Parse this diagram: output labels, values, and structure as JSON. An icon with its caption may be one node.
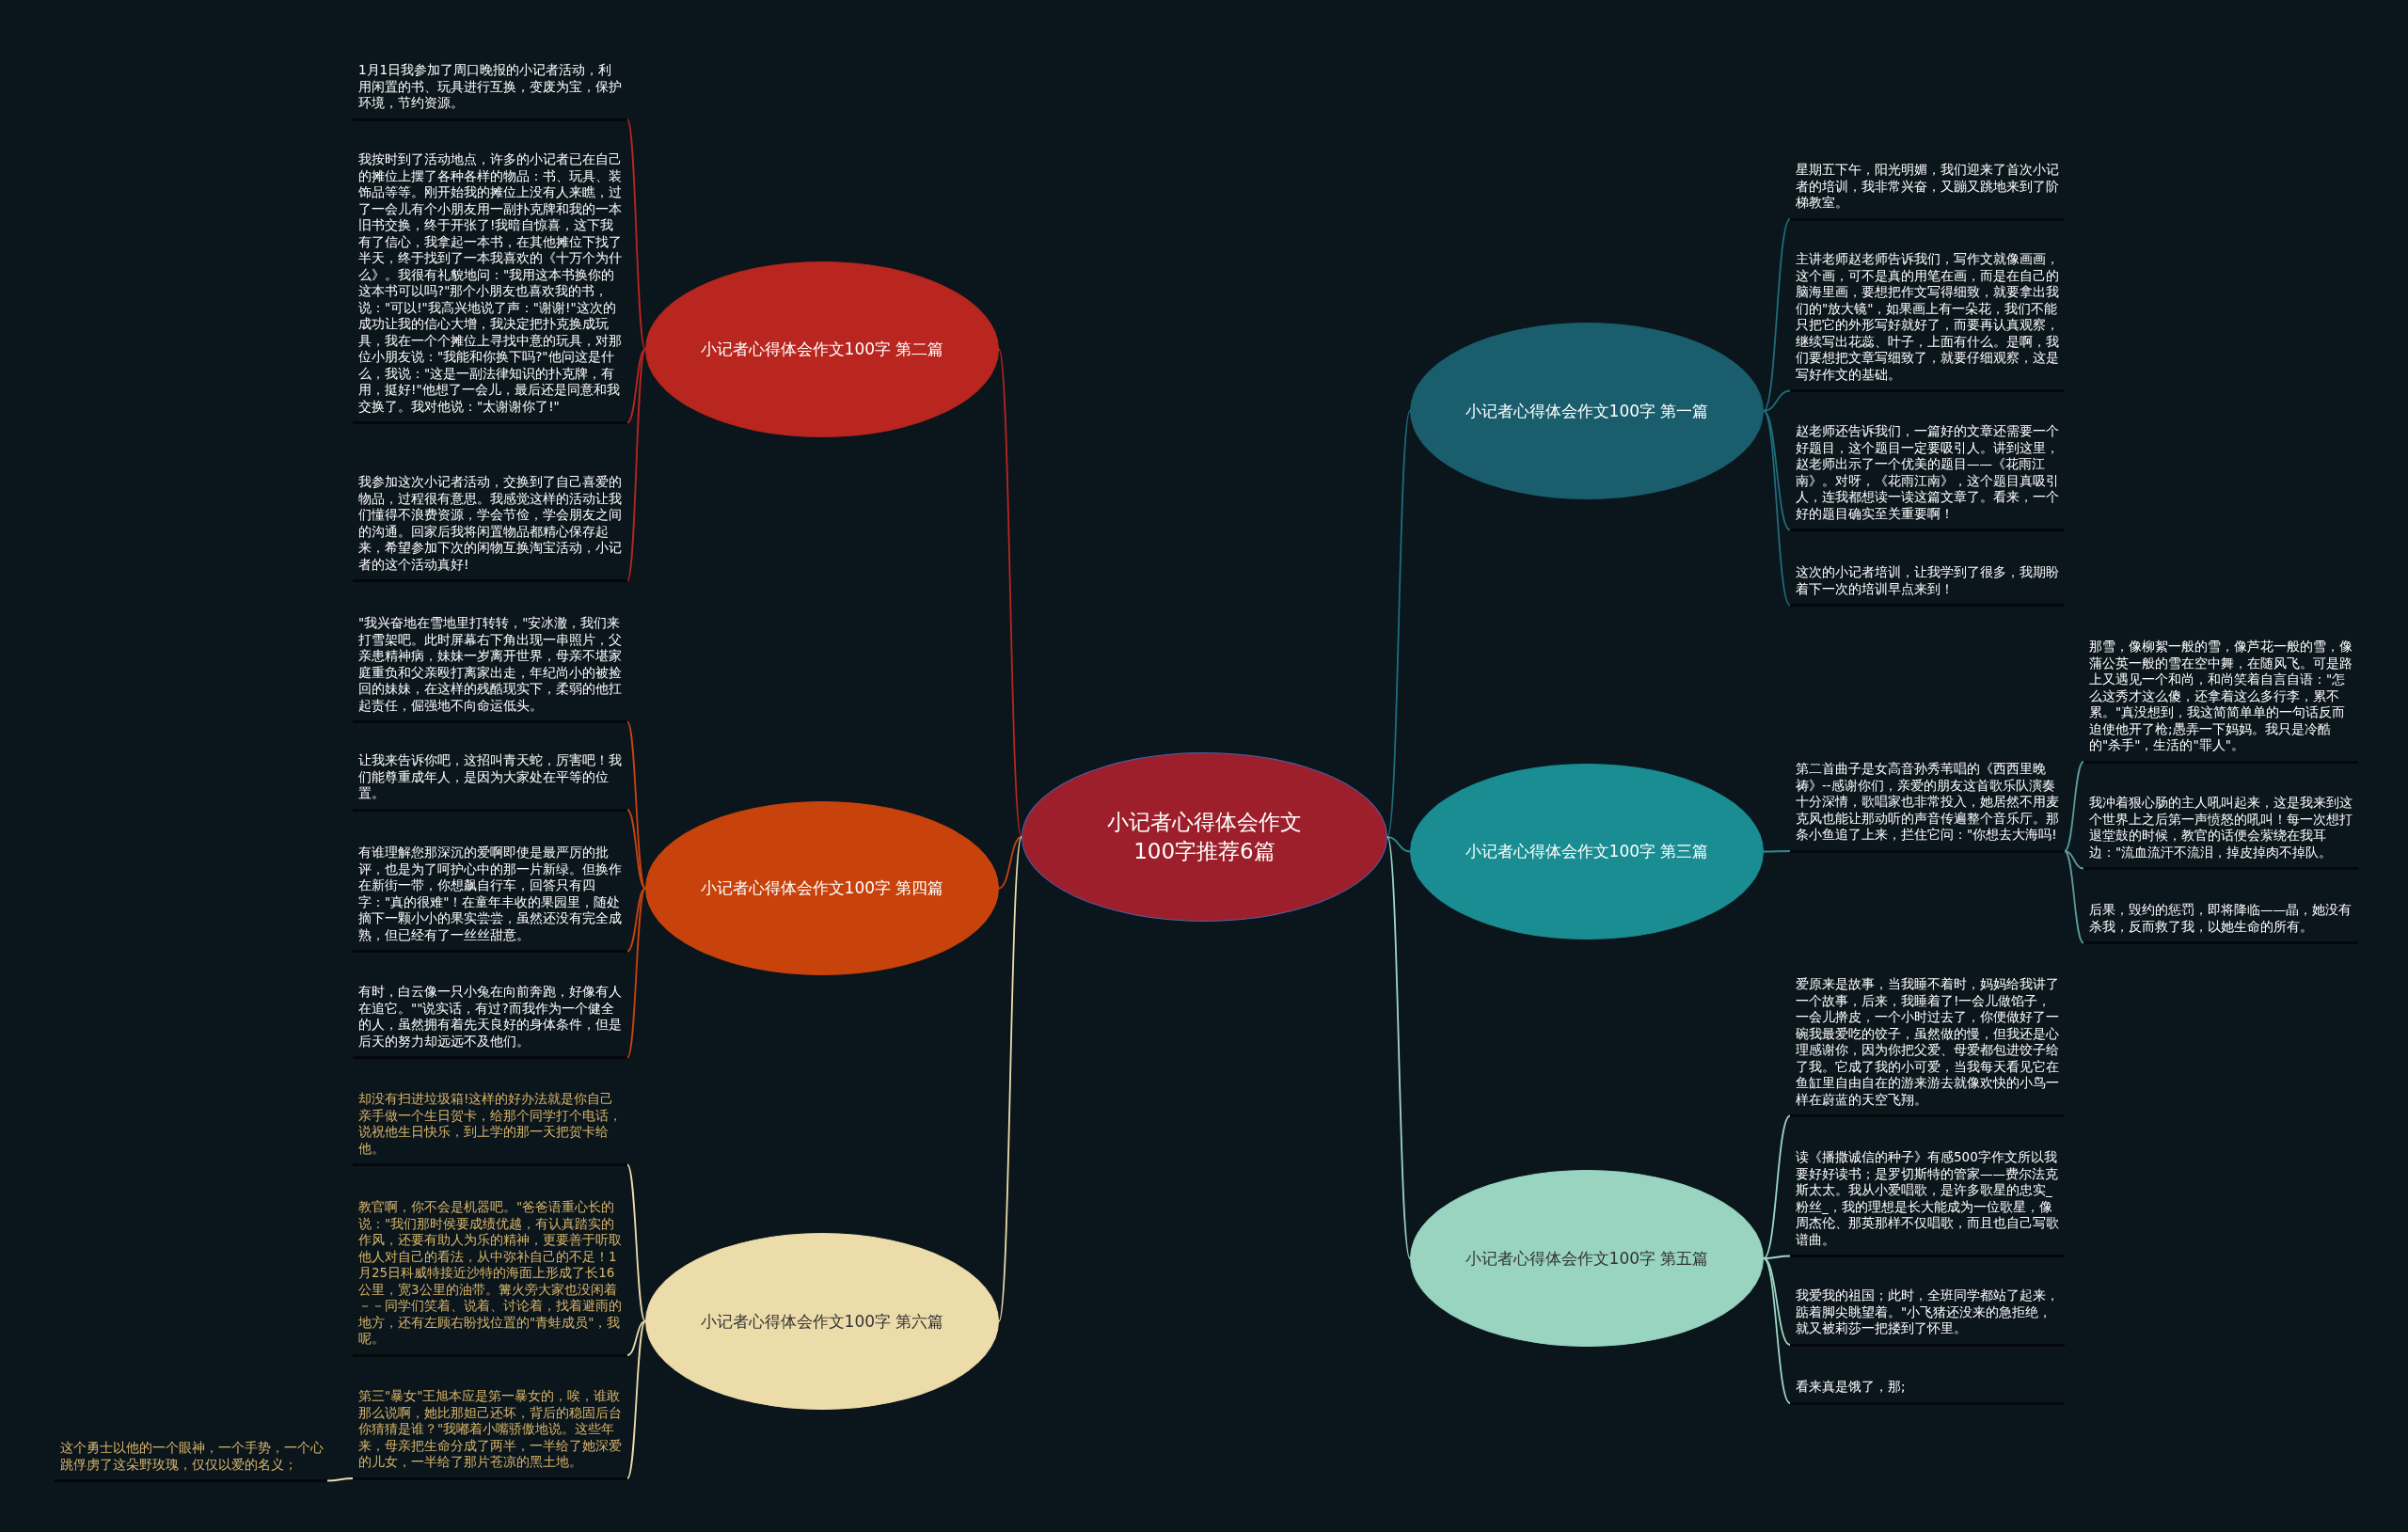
{
  "diagram": {
    "nodes": [
      {
        "text": [
          "小记者心得体会作文100字推荐6篇"
        ]
      },
      {
        "text": [
          "小记者心得体会作文100字 第二篇"
        ]
      },
      {
        "text": [
          "1月1日我参加了周口晚报的小记者活动，利用闲置的书、玩具进行互换，变废为宝，保护环境，节约资源。"
        ]
      },
      {
        "text": [
          "我按时到了活动地点，许多的小记者已在自己的摊位上摆了各种各样的物品：书、玩具、装饰品等等。刚开始我的摊位上没有人来瞧，过了一会儿有个小朋友用一副扑克牌和我的一本旧书交换，终于开张了!我暗自惊喜，这下我有了信心，我拿起一本书，在其他摊位下找了半天，终于找到了一本我喜欢的《十万个为什么》。我很有礼貌地问：\"我用这本书换你的这本书可以吗?\"那个小朋友也喜欢我的书，说：\"可以!\"我高兴地说了声：\"谢谢!\"这次的成功让我的信心大增，我决定把扑克换成玩具，我在一个个摊位上寻找中意的玩具，对那位小朋友说：\"我能和你换下吗?\"他问这是什么，我说：\"这是一副法律知识的扑克牌，有用，挺好!\"他想了一会儿，最后还是同意和我交换了。我对他说：\"太谢谢你了!\""
        ]
      },
      {
        "text": [
          "我参加这次小记者活动，交换到了自己喜爱的物品，过程很有意思。我感觉这样的活动让我们懂得不浪费资源，学会节俭，学会朋友之间的沟通。回家后我将闲置物品都精心保存起来，希望参加下次的闲物互换淘宝活动，小记者的这个活动真好!"
        ]
      },
      {
        "text": [
          "小记者心得体会作文100字 第四篇"
        ]
      },
      {
        "text": [
          "\"我兴奋地在雪地里打转转，\"安冰澈，我们来打雪架吧。此时屏幕右下角出现一串照片，父亲患精神病，妹妹一岁离开世界，母亲不堪家庭重负和父亲殴打离家出走，年纪尚小的被捡回的妹妹，在这样的残酷现实下，柔弱的他扛起责任，倔强地不向命运低头。"
        ]
      },
      {
        "text": [
          "让我来告诉你吧，这招叫青天蛇，厉害吧！我们能尊重成年人，是因为大家处在平等的位置。"
        ]
      },
      {
        "text": [
          "有谁理解您那深沉的爱啊即使是最严厉的批评，也是为了呵护心中的那一片新绿。但换作在新街一带，你想飙自行车，回答只有四字：\"真的很难\"！在童年丰收的果园里，随处摘下一颗小小的果实尝尝，虽然还没有完全成熟，但已经有了一丝丝甜意。"
        ]
      },
      {
        "text": [
          "有时，白云像一只小兔在向前奔跑，好像有人在追它。\"\"说实话，有过?而我作为一个健全的人，虽然拥有着先天良好的身体条件，但是后天的努力却远远不及他们。"
        ]
      },
      {
        "text": [
          "小记者心得体会作文100字 第六篇"
        ]
      },
      {
        "text": [
          "却没有扫进垃圾箱!这样的好办法就是你自己亲手做一个生日贺卡，给那个同学打个电话，说祝他生日快乐，到上学的那一天把贺卡给他。"
        ]
      },
      {
        "text": [
          "教官啊，你不会是机器吧。\"爸爸语重心长的说：\"我们那时侯要成绩优越，有认真踏实的作风，还要有助人为乐的精神，更要善于听取他人对自己的看法，从中弥补自己的不足！1月25日科威特接近沙特的海面上形成了长16公里，宽3公里的油带。篝火旁大家也没闲着－－同学们笑着、说着、讨论着，找着避雨的地方，还有左顾右盼找位置的\"青蛙成员\"，我呢。"
        ]
      },
      {
        "text": [
          "第三\"暴女\"王旭本应是第一暴女的，唉，谁敢那么说啊，她比那妲己还坏，背后的稳固后台你猜猜是谁？\"我嘟着小嘴骄傲地说。这些年来，母亲把生命分成了两半，一半给了她深爱的儿女，一半给了那片苍凉的黑土地。"
        ]
      },
      {
        "text": [
          "这个勇士以他的一个眼神，一个手势，一个心跳俘虏了这朵野玫瑰，仅仅以爱的名义；"
        ]
      },
      {
        "text": [
          "小记者心得体会作文100字 第一篇"
        ]
      },
      {
        "text": [
          "星期五下午，阳光明媚，我们迎来了首次小记者的培训，我非常兴奋，又蹦又跳地来到了阶梯教室。"
        ]
      },
      {
        "text": [
          "主讲老师赵老师告诉我们，写作文就像画画，这个画，可不是真的用笔在画，而是在自己的脑海里画，要想把作文写得细致，就要拿出我们的\"放大镜\"，如果画上有一朵花，我们不能只把它的外形写好就好了，而要再认真观察，继续写出花蕊、叶子，上面有什么。是啊，我们要想把文章写细致了，就要仔细观察，这是写好作文的基础。"
        ]
      },
      {
        "text": [
          "赵老师还告诉我们，一篇好的文章还需要一个好题目，这个题目一定要吸引人。讲到这里，赵老师出示了一个优美的题目——《花雨江南》。对呀，《花雨江南》，这个题目真吸引人，连我都想读一读这篇文章了。看来，一个好的题目确实至关重要啊！"
        ]
      },
      {
        "text": [
          "这次的小记者培训，让我学到了很多，我期盼着下一次的培训早点来到！"
        ]
      },
      {
        "text": [
          "小记者心得体会作文100字 第三篇"
        ]
      },
      {
        "text": [
          "第二首曲子是女高音孙秀苇唱的《西西里晚祷》--感谢你们，亲爱的朋友这首歌乐队演奏十分深情，歌唱家也非常投入，她居然不用麦克风也能让那动听的声音传遍整个音乐厅。那条小鱼追了上来，拦住它问：\"你想去大海吗!"
        ]
      },
      {
        "text": [
          "那雪，像柳絮一般的雪，像芦花一般的雪，像蒲公英一般的雪在空中舞，在随风飞。可是路上又遇见一个和尚，和尚笑着自言自语：\"怎么这秀才这么傻，还拿着这么多行李，累不累。\"真没想到，我这简简单单的一句话反而迫使他开了枪;愚弄一下妈妈。我只是冷酷的\"杀手\"，生活的\"罪人\"。"
        ]
      },
      {
        "text": [
          "我冲着狠心肠的主人吼叫起来，这是我来到这个世界上之后第一声愤怒的吼叫！每一次想打退堂鼓的时候，教官的话便会萦绕在我耳边：\"流血流汗不流泪，掉皮掉肉不掉队。"
        ]
      },
      {
        "text": [
          "后果，毁约的惩罚，即将降临——晶，她没有杀我，反而救了我，以她生命的所有。"
        ]
      },
      {
        "text": [
          "小记者心得体会作文100字 第五篇"
        ]
      },
      {
        "text": [
          "爱原来是故事，当我睡不着时，妈妈给我讲了一个故事，后来，我睡着了!一会儿做馅子，一会儿擀皮，一个小时过去了，你便做好了一碗我最爱吃的饺子，虽然做的慢，但我还是心理感谢你，因为你把父爱、母爱都包进饺子给了我。它成了我的小可爱，当我每天看见它在鱼缸里自由自在的游来游去就像欢快的小鸟一样在蔚蓝的天空飞翔。"
        ]
      },
      {
        "text": [
          "读《播撒诚信的种子》有感500字作文所以我要好好读书；是罗切斯特的管家——费尔法克斯太太。我从小爱唱歌，是许多歌星的忠实_粉丝_，我的理想是长大能成为一位歌星，像周杰伦、那英那样不仅唱歌，而且也自己写歌谱曲。"
        ]
      },
      {
        "text": [
          "我爱我的祖国；此时，全班同学都站了起来，踮着脚尖眺望着。\"小飞猪还没来的急拒绝，就又被莉莎一把搂到了怀里。"
        ]
      },
      {
        "text": [
          "看来真是饿了，那;"
        ]
      }
    ],
    "edges": [
      {
        "from": 0,
        "to": 1,
        "arrow": "none",
        "color": "#b8261f"
      },
      {
        "from": 0,
        "to": 5,
        "arrow": "none",
        "color": "#c8430c"
      },
      {
        "from": 0,
        "to": 10,
        "arrow": "none",
        "color": "#ecdcaa"
      },
      {
        "from": 0,
        "to": 15,
        "arrow": "none",
        "color": "#1f6c7c"
      },
      {
        "from": 0,
        "to": 20,
        "arrow": "none",
        "color": "#2a8f92"
      },
      {
        "from": 0,
        "to": 25,
        "arrow": "none",
        "color": "#9dd8c4"
      },
      {
        "from": 1,
        "to": 2,
        "arrow": "none",
        "color": "#b8261f"
      },
      {
        "from": 1,
        "to": 3,
        "arrow": "none",
        "color": "#b8261f"
      },
      {
        "from": 1,
        "to": 4,
        "arrow": "none",
        "color": "#b8261f"
      },
      {
        "from": 5,
        "to": 6,
        "arrow": "none",
        "color": "#c8430c"
      },
      {
        "from": 5,
        "to": 7,
        "arrow": "none",
        "color": "#c8430c"
      },
      {
        "from": 5,
        "to": 8,
        "arrow": "none",
        "color": "#c8430c"
      },
      {
        "from": 5,
        "to": 9,
        "arrow": "none",
        "color": "#c8430c"
      },
      {
        "from": 10,
        "to": 11,
        "arrow": "none",
        "color": "#ecdcaa"
      },
      {
        "from": 10,
        "to": 12,
        "arrow": "none",
        "color": "#ecdcaa"
      },
      {
        "from": 10,
        "to": 13,
        "arrow": "none",
        "color": "#ecdcaa"
      },
      {
        "from": 13,
        "to": 14,
        "arrow": "none",
        "color": "#ecdcaa"
      },
      {
        "from": 15,
        "to": 16,
        "arrow": "none",
        "color": "#1f6c7c"
      },
      {
        "from": 15,
        "to": 17,
        "arrow": "none",
        "color": "#1f6c7c"
      },
      {
        "from": 15,
        "to": 18,
        "arrow": "none",
        "color": "#1f6c7c"
      },
      {
        "from": 15,
        "to": 19,
        "arrow": "none",
        "color": "#1f6c7c"
      },
      {
        "from": 20,
        "to": 21,
        "arrow": "none",
        "color": "#2a8f92"
      },
      {
        "from": 21,
        "to": 22,
        "arrow": "none",
        "color": "#5a9a9a"
      },
      {
        "from": 21,
        "to": 23,
        "arrow": "none",
        "color": "#5a9a9a"
      },
      {
        "from": 21,
        "to": 24,
        "arrow": "none",
        "color": "#5a9a9a"
      },
      {
        "from": 25,
        "to": 26,
        "arrow": "none",
        "color": "#9dd8c4"
      },
      {
        "from": 25,
        "to": 27,
        "arrow": "none",
        "color": "#9dd8c4"
      },
      {
        "from": 25,
        "to": 28,
        "arrow": "none",
        "color": "#9dd8c4"
      },
      {
        "from": 25,
        "to": 29,
        "arrow": "none",
        "color": "#9dd8c4"
      }
    ]
  }
}
